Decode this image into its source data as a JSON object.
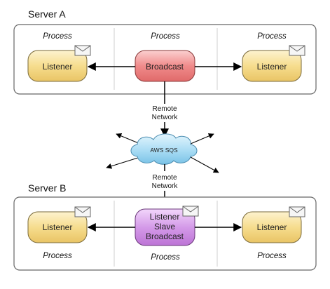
{
  "server_a": {
    "title": "Server A",
    "process_labels": [
      "Process",
      "Process",
      "Process"
    ],
    "left_node": "Listener",
    "center_node": "Broadcast",
    "right_node": "Listener"
  },
  "network_top": {
    "line1": "Remote",
    "line2": "Network"
  },
  "cloud": {
    "label": "AWS SQS"
  },
  "network_bottom": {
    "line1": "Remote",
    "line2": "Network"
  },
  "server_b": {
    "title": "Server B",
    "process_labels": [
      "Process",
      "Process",
      "Process"
    ],
    "left_node": "Listener",
    "center_node": {
      "line1": "Listener",
      "line2": "Slave",
      "line3": "Broadcast"
    },
    "right_node": "Listener"
  },
  "colors": {
    "listener_fill": "#f6dd8e",
    "broadcast_fill": "#f08b8b",
    "slave_fill": "#d49ae8",
    "cloud_fill": "#a9dcf4"
  },
  "icons": [
    "envelope-icon"
  ]
}
